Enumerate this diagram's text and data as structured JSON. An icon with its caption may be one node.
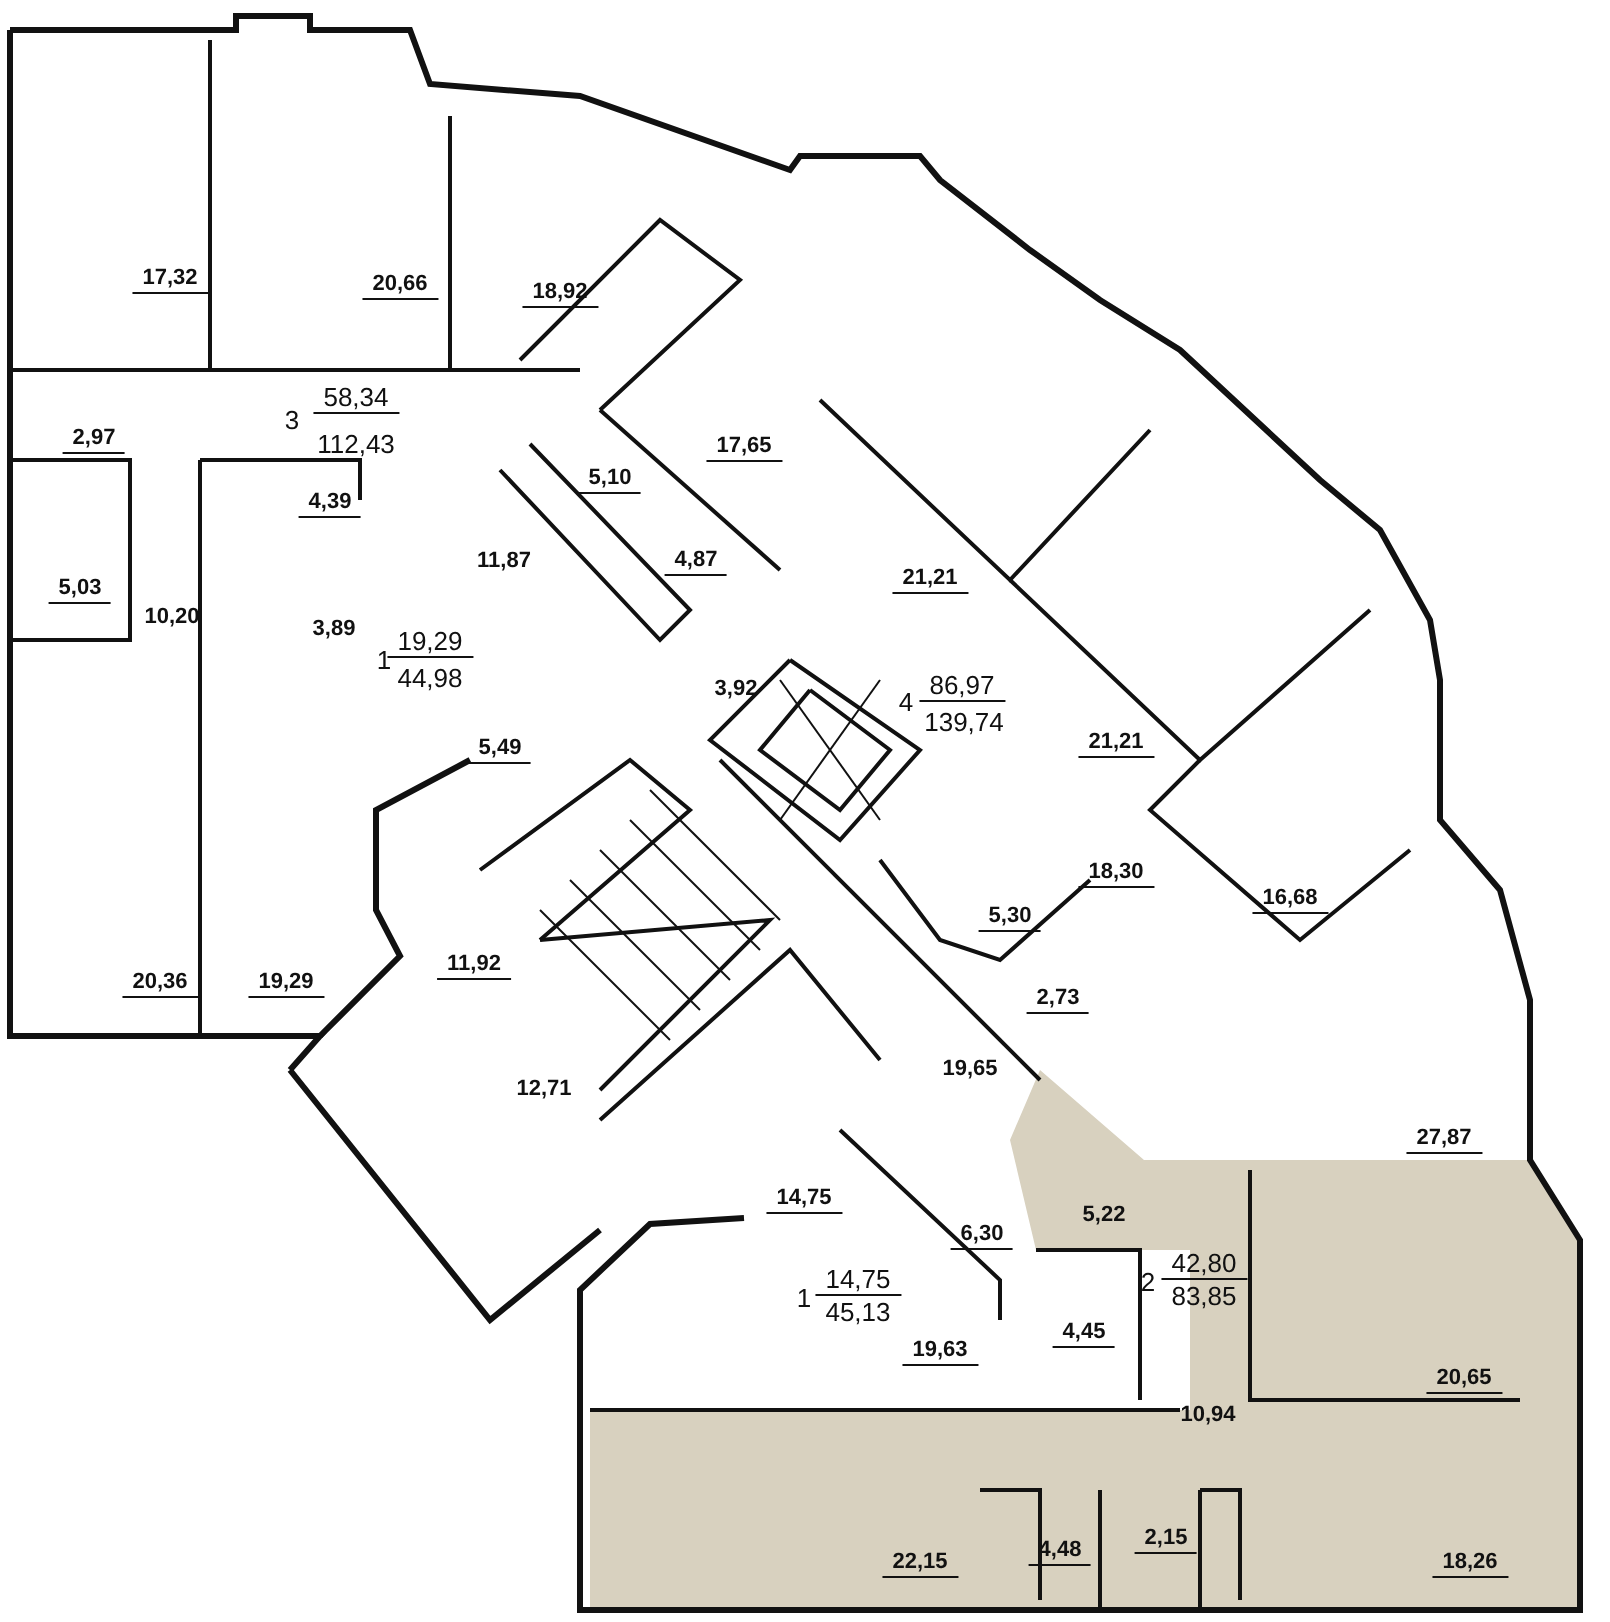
{
  "diagram": {
    "labels": [
      "17,32",
      "20,66",
      "18,92",
      "3",
      "58,34",
      "112,43",
      "2,97",
      "17,65",
      "5,10",
      "4,39",
      "11,87",
      "4,87",
      "5,03",
      "10,20",
      "3,89",
      "1",
      "19,29",
      "44,98",
      "21,21",
      "3,92",
      "4",
      "86,97",
      "139,74",
      "5,49",
      "21,21",
      "18,30",
      "5,30",
      "16,68",
      "11,92",
      "20,36",
      "19,29",
      "2,73",
      "19,65",
      "12,71",
      "27,87",
      "5,22",
      "14,75",
      "6,30",
      "2",
      "42,80",
      "83,85",
      "1",
      "14,75",
      "45,13",
      "19,63",
      "4,45",
      "20,65",
      "10,94",
      "22,15",
      "4,48",
      "2,15",
      "18,26"
    ]
  }
}
